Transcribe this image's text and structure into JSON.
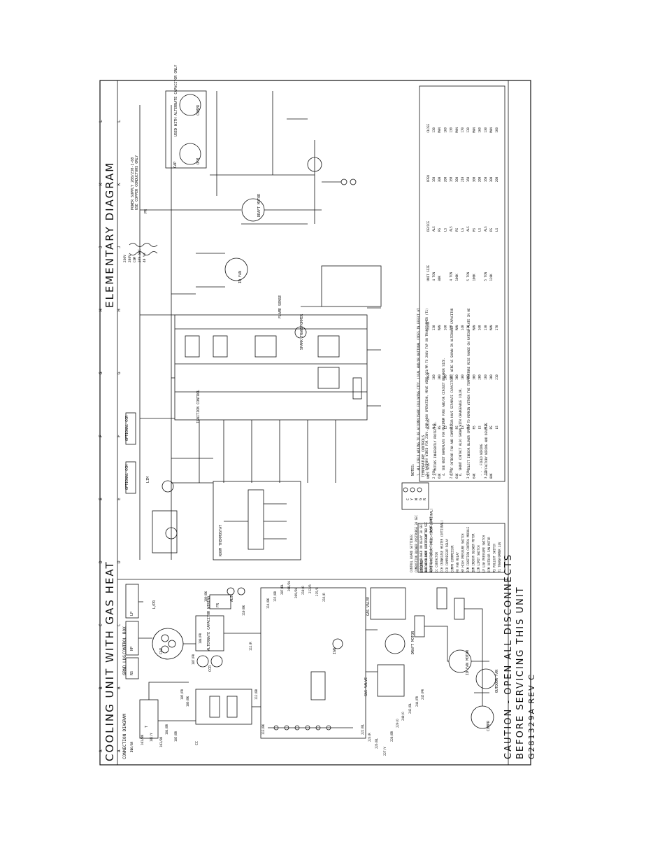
{
  "title_left": "COOLING UNIT WITH GAS HEAT",
  "title_right": "ELEMENTARY DIAGRAM",
  "connection_diagram_label": "CONNECTION DIAGRAM",
  "grnd_label": "GRND LUG",
  "control_box_label": "CONTROL BOX",
  "caution_line1": "CAUTION - OPEN ALL DISCONNECTS",
  "caution_line2": "BEFORE SERVICING THIS UNIT",
  "drawing_number": "G281329A REV C",
  "grid_letters_top": [
    "A",
    "B",
    "C",
    "D",
    "E",
    "F",
    "G",
    "H",
    "J",
    "K",
    "L"
  ],
  "grid_letters_side": [
    "A",
    "B",
    "C",
    "D",
    "E",
    "F",
    "G",
    "H",
    "J",
    "K",
    "L"
  ],
  "wire_labels": {
    "t1": "T1",
    "w1": "101/BK",
    "w2": "102/Y",
    "w3": "103/BR",
    "w4": "104/BR",
    "w5": "105/BR",
    "w6": "105/PR",
    "w7": "106/BK",
    "w8": "107/PR",
    "w9": "108/PR",
    "w10": "109/BK",
    "w11": "110/BK",
    "w12": "111/R",
    "w13": "112/BR",
    "w14": "113/BK",
    "w15": "114/BK",
    "w16": "115/BR",
    "w17": "207/BL",
    "w18": "208/BL",
    "w19": "209/BL",
    "w20": "210/O",
    "w21": "212/R",
    "w22": "215/R",
    "w23": "216/R",
    "w24": "222/BL",
    "w25": "223/R",
    "w26": "226/BL",
    "w27": "227/Y",
    "w28": "228/BR",
    "w29": "229/O",
    "w30": "240/O",
    "w31": "243/BL",
    "w32": "244/PR",
    "w33": "245/PR",
    "w34": "206/BR"
  },
  "component_labels": {
    "contactor": "CC",
    "compressor": "COMPR",
    "outdoor_fan": "OUTDOOR FAN",
    "id_fan_motor": "ID FAN MOTOR",
    "draft_motor": "DRAFT MOTOR",
    "gas_valve": "GAS VALVE",
    "gas_valve_2": "GAS VALVE",
    "room_thermostat": "ROOM THERMOSTAT",
    "draft_motor_e": "DRAFT MOTOR",
    "flame_sense": "FLAME SENSE",
    "spark_transformer": "SPARK TRANSFORMER",
    "ignition_control": "IGNITION CONTROL",
    "capacitor": "CAP",
    "ccr": "CCR",
    "lp": "LP",
    "hp": "HP",
    "rs": "RS",
    "als": "ALS",
    "lim": "LIM",
    "fr": "FR",
    "ignitor": "IGN",
    "compressor_e": "COMPR",
    "cap_e": "CAP",
    "pn": "PN",
    "ofm": "OFM",
    "ci_fan": "ID FAN",
    "l_pr": "L/PR",
    "t_label": "T"
  },
  "notes_header": "NOTES:",
  "notes": [
    "1. ALL FIELD WIRING TO BE ACCOMPLISHED FOLLOWING CITY, LOCAL AND/OR NATIONAL CODES IN EFFECT AT TIME OF INSTALLATION OF THIS UNIT.",
    "2. FACTORY WIRED FOR 230V. FOR 208V OPERATION, MOVE WIRE 101/PR TO 208V TAP ON TRANSFORMER (T1).",
    "3. MOTORS INHERENTLY PROTECTED.",
    "4. SEE UNIT NAMEPLATE FOR MAXIMUM FUSE AND/OR CIRCUIT BREAKER SIZE.",
    "5. IF OUTDOOR FAN AND COMPRESSOR HAVE SEPARATE CAPACITORS, WIRE AS SHOWN IN ALTERNATE CAPACITOR WIRING.",
    "6. SHUNT CONTACT ALSO SHOWN WITH CHANGEABLE COLOR.",
    "7. SELECT INDOOR BLOWER SPEED TO REMAIN WITHIN THE TEMPERATURE RISE RANGE ON RATING PLATE IN HEATING."
  ],
  "field_wiring_legend": "FIELD WIRING",
  "factory_wiring_legend": "FACTORY WIRING AND DEVICES",
  "control_board_settings": [
    "CONTROL BOARD SETTINGS:",
    "COMBUSTION BLOWER POSTPURGE 30 SEC",
    "INDOOR BLOWER ON DELAY 30 SEC",
    "INDOOR BLOWER OFF DELAY 90 SEC",
    "STATUS LIGHT 1 FLASH = FLAME CONT"
  ],
  "legend_header": "LEGEND",
  "legend_items": [
    "ALS   AUXILIARY LIMIT SWITCH",
    "ANTI  ANTI SHORT CYCLE TIMER (OPTIONAL)",
    "CC    CONTACTOR",
    "CCH   CRANKCASE HEATER (OPTIONAL)",
    "CCR   COMPRESSOR RELAY",
    "COMPR COMPRESSOR",
    "FR    FAN RELAY",
    "HP    HIGH PRESSURE SWITCH",
    "ICM   IGNITION CONTROL MODULE",
    "IDM   INDOOR BLOWER MOTOR",
    "LIM   LIMIT SWITCH",
    "LP    LOW PRESSURE SWITCH",
    "OFM   OUTDOOR FAN MOTOR",
    "RS    ROLLOUT SWITCH",
    "T1    TRANSFORMER 24V"
  ],
  "temperature_controls_header": "TEMPERATURE CONTROLS",
  "temperature_table": {
    "columns": [
      "UNIT SIZE",
      "DEVICE",
      "OPEN",
      "CLOSE",
      "UNIT SIZE",
      "DEVICE",
      "OPEN",
      "CLOSE"
    ],
    "rows": [
      [
        "2 TON",
        "ALS",
        "160",
        "130",
        "4 TON",
        "ALS",
        "160",
        "130"
      ],
      [
        "64K",
        "RS",
        "300",
        "MAN",
        "80K",
        "RS",
        "300",
        "MAN"
      ],
      [
        "",
        "LS",
        "200",
        "160",
        "",
        "LS",
        "200",
        "160"
      ],
      [
        "2 TON",
        "ALS",
        "160",
        "130",
        "4 TON",
        "ALS",
        "160",
        "130"
      ],
      [
        "64K",
        "RS",
        "300",
        "MAN",
        "100K",
        "RS",
        "300",
        "MAN"
      ],
      [
        "",
        "LS",
        "180",
        "140",
        "",
        "LS",
        "210",
        "170"
      ],
      [
        "3 TON",
        "ALS",
        "160",
        "130",
        "5 TON",
        "ALS",
        "160",
        "130"
      ],
      [
        "64K",
        "RS",
        "300",
        "MAN",
        "100K",
        "RS",
        "300",
        "MAN"
      ],
      [
        "",
        "LS",
        "200",
        "160",
        "",
        "LS",
        "200",
        "160"
      ],
      [
        "3 TON",
        "ALS",
        "160",
        "130",
        "5 TON",
        "ALS",
        "160",
        "130"
      ],
      [
        "80K",
        "RS",
        "300",
        "MAN",
        "120K",
        "RS",
        "300",
        "MAN"
      ],
      [
        "",
        "LS",
        "210",
        "170",
        "",
        "LS",
        "200",
        "160"
      ]
    ]
  },
  "switch_labels": [
    "C",
    "Y",
    "W",
    "G",
    "R"
  ],
  "power_supply_label": "POWER SUPPLY 208/230-1-60",
  "copper_label": "USE COPPER CONDUCTORS ONLY",
  "alt_cap_label": "ALTERNATE CAPACITOR WIRING",
  "alt_cap_label_right": "USED WITH ALTERNATE CAPACITOR ONLY",
  "optional_ccr": "OPTIONAL CCR",
  "optional_cch": "OPTIONAL CCH",
  "voltage_labels": [
    "230V",
    "208V",
    "COM",
    "24V SEC",
    "40 VA"
  ]
}
